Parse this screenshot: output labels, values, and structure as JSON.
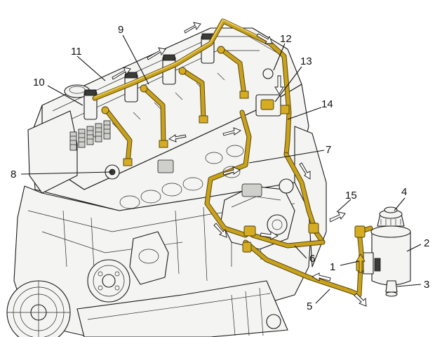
{
  "diagram": {
    "callouts": [
      {
        "id": "1",
        "text": "1"
      },
      {
        "id": "2",
        "text": "2"
      },
      {
        "id": "3",
        "text": "3"
      },
      {
        "id": "4",
        "text": "4"
      },
      {
        "id": "5",
        "text": "5"
      },
      {
        "id": "6",
        "text": "6"
      },
      {
        "id": "7",
        "text": "7"
      },
      {
        "id": "8",
        "text": "8"
      },
      {
        "id": "9",
        "text": "9"
      },
      {
        "id": "10",
        "text": "10"
      },
      {
        "id": "11",
        "text": "11"
      },
      {
        "id": "12",
        "text": "12"
      },
      {
        "id": "13",
        "text": "13"
      },
      {
        "id": "14",
        "text": "14"
      },
      {
        "id": "15",
        "text": "15"
      }
    ],
    "colors": {
      "fuel_line": "#c9a21c",
      "fuel_line_edge": "#5a4608",
      "line_art": "#1a1a1a",
      "background": "#ffffff"
    }
  }
}
